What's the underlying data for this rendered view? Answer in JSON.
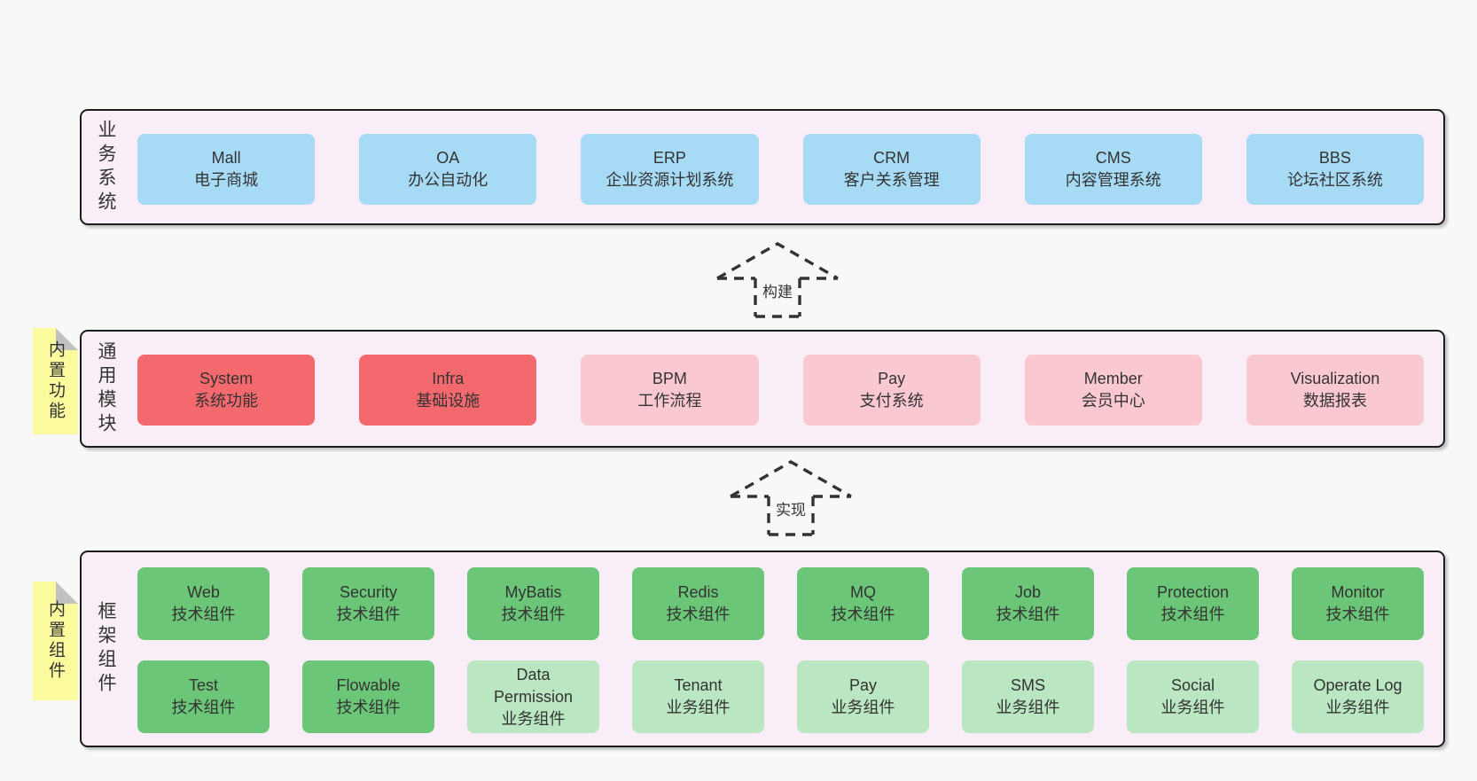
{
  "colors": {
    "page-bg": "#f8f8f8",
    "panel-bg": "#f9eef7",
    "panel-border": "#1c1c1c",
    "box-blue": "#a7dbf5",
    "box-red": "#f4696e",
    "box-pink": "#fac8d1",
    "box-green": "#6cc678",
    "box-green-light": "#bae6c1",
    "tab-yellow": "#fbfa9d",
    "tab-fold": "#c1c1c1",
    "text": "#333333",
    "arrow": "#333333"
  },
  "arrows": [
    {
      "label": "构建"
    },
    {
      "label": "实现"
    }
  ],
  "sections": [
    {
      "label": "业务系统",
      "boxes": [
        {
          "name": "Mall",
          "desc": "电子商城"
        },
        {
          "name": "OA",
          "desc": "办公自动化"
        },
        {
          "name": "ERP",
          "desc": "企业资源计划系统"
        },
        {
          "name": "CRM",
          "desc": "客户关系管理"
        },
        {
          "name": "CMS",
          "desc": "内容管理系统"
        },
        {
          "name": "BBS",
          "desc": "论坛社区系统"
        }
      ]
    },
    {
      "label": "通用模块",
      "tab": "内置功能",
      "boxes": [
        {
          "name": "System",
          "desc": "系统功能"
        },
        {
          "name": "Infra",
          "desc": "基础设施"
        },
        {
          "name": "BPM",
          "desc": "工作流程"
        },
        {
          "name": "Pay",
          "desc": "支付系统"
        },
        {
          "name": "Member",
          "desc": "会员中心"
        },
        {
          "name": "Visualization",
          "desc": "数据报表"
        }
      ]
    },
    {
      "label": "框架组件",
      "tab": "内置组件",
      "rows": [
        [
          {
            "name": "Web",
            "desc": "技术组件"
          },
          {
            "name": "Security",
            "desc": "技术组件"
          },
          {
            "name": "MyBatis",
            "desc": "技术组件"
          },
          {
            "name": "Redis",
            "desc": "技术组件"
          },
          {
            "name": "MQ",
            "desc": "技术组件"
          },
          {
            "name": "Job",
            "desc": "技术组件"
          },
          {
            "name": "Protection",
            "desc": "技术组件"
          },
          {
            "name": "Monitor",
            "desc": "技术组件"
          }
        ],
        [
          {
            "name": "Test",
            "desc": "技术组件"
          },
          {
            "name": "Flowable",
            "desc": "技术组件"
          },
          {
            "name": "Data Permission",
            "desc": "业务组件"
          },
          {
            "name": "Tenant",
            "desc": "业务组件"
          },
          {
            "name": "Pay",
            "desc": "业务组件"
          },
          {
            "name": "SMS",
            "desc": "业务组件"
          },
          {
            "name": "Social",
            "desc": "业务组件"
          },
          {
            "name": "Operate Log",
            "desc": "业务组件"
          }
        ]
      ]
    }
  ]
}
